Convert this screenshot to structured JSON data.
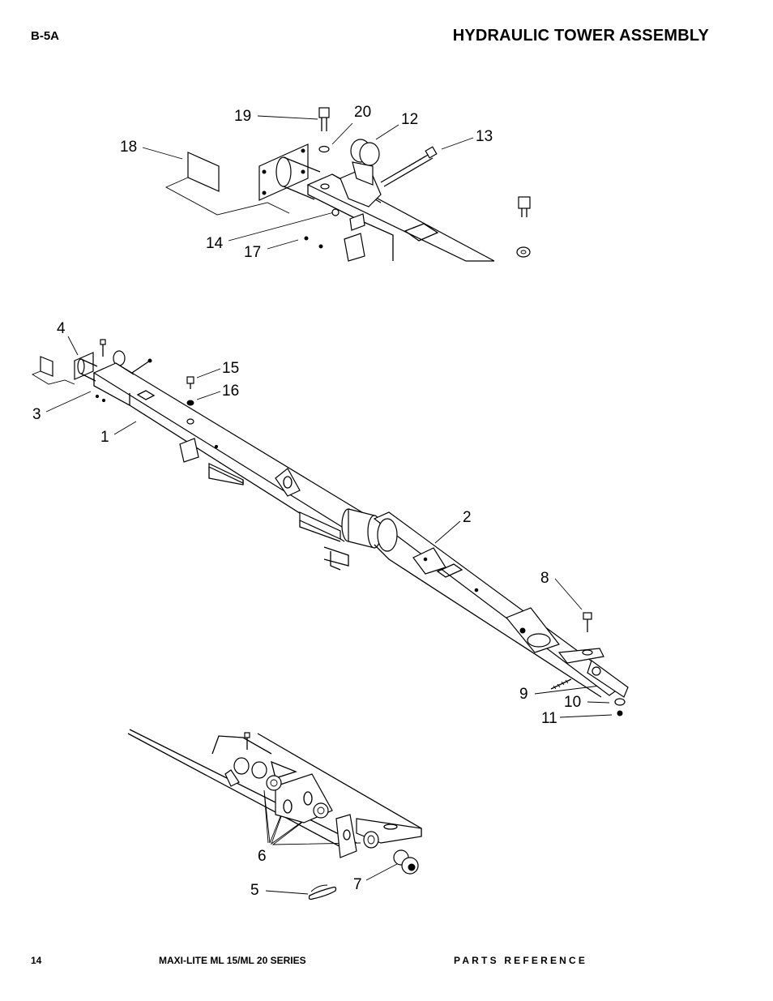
{
  "header": {
    "section": "B-5A",
    "title": "HYDRAULIC TOWER ASSEMBLY"
  },
  "footer": {
    "page": "14",
    "series": "MAXI-LITE ML 15/ML 20 SERIES",
    "reference": "PARTS REFERENCE"
  },
  "callouts": {
    "top_detail": [
      "19",
      "20",
      "12",
      "13",
      "18",
      "14",
      "17"
    ],
    "main_assembly": [
      "4",
      "3",
      "1",
      "15",
      "16",
      "2",
      "8",
      "9",
      "10",
      "11"
    ],
    "bottom_detail": [
      "6",
      "5",
      "7"
    ]
  }
}
